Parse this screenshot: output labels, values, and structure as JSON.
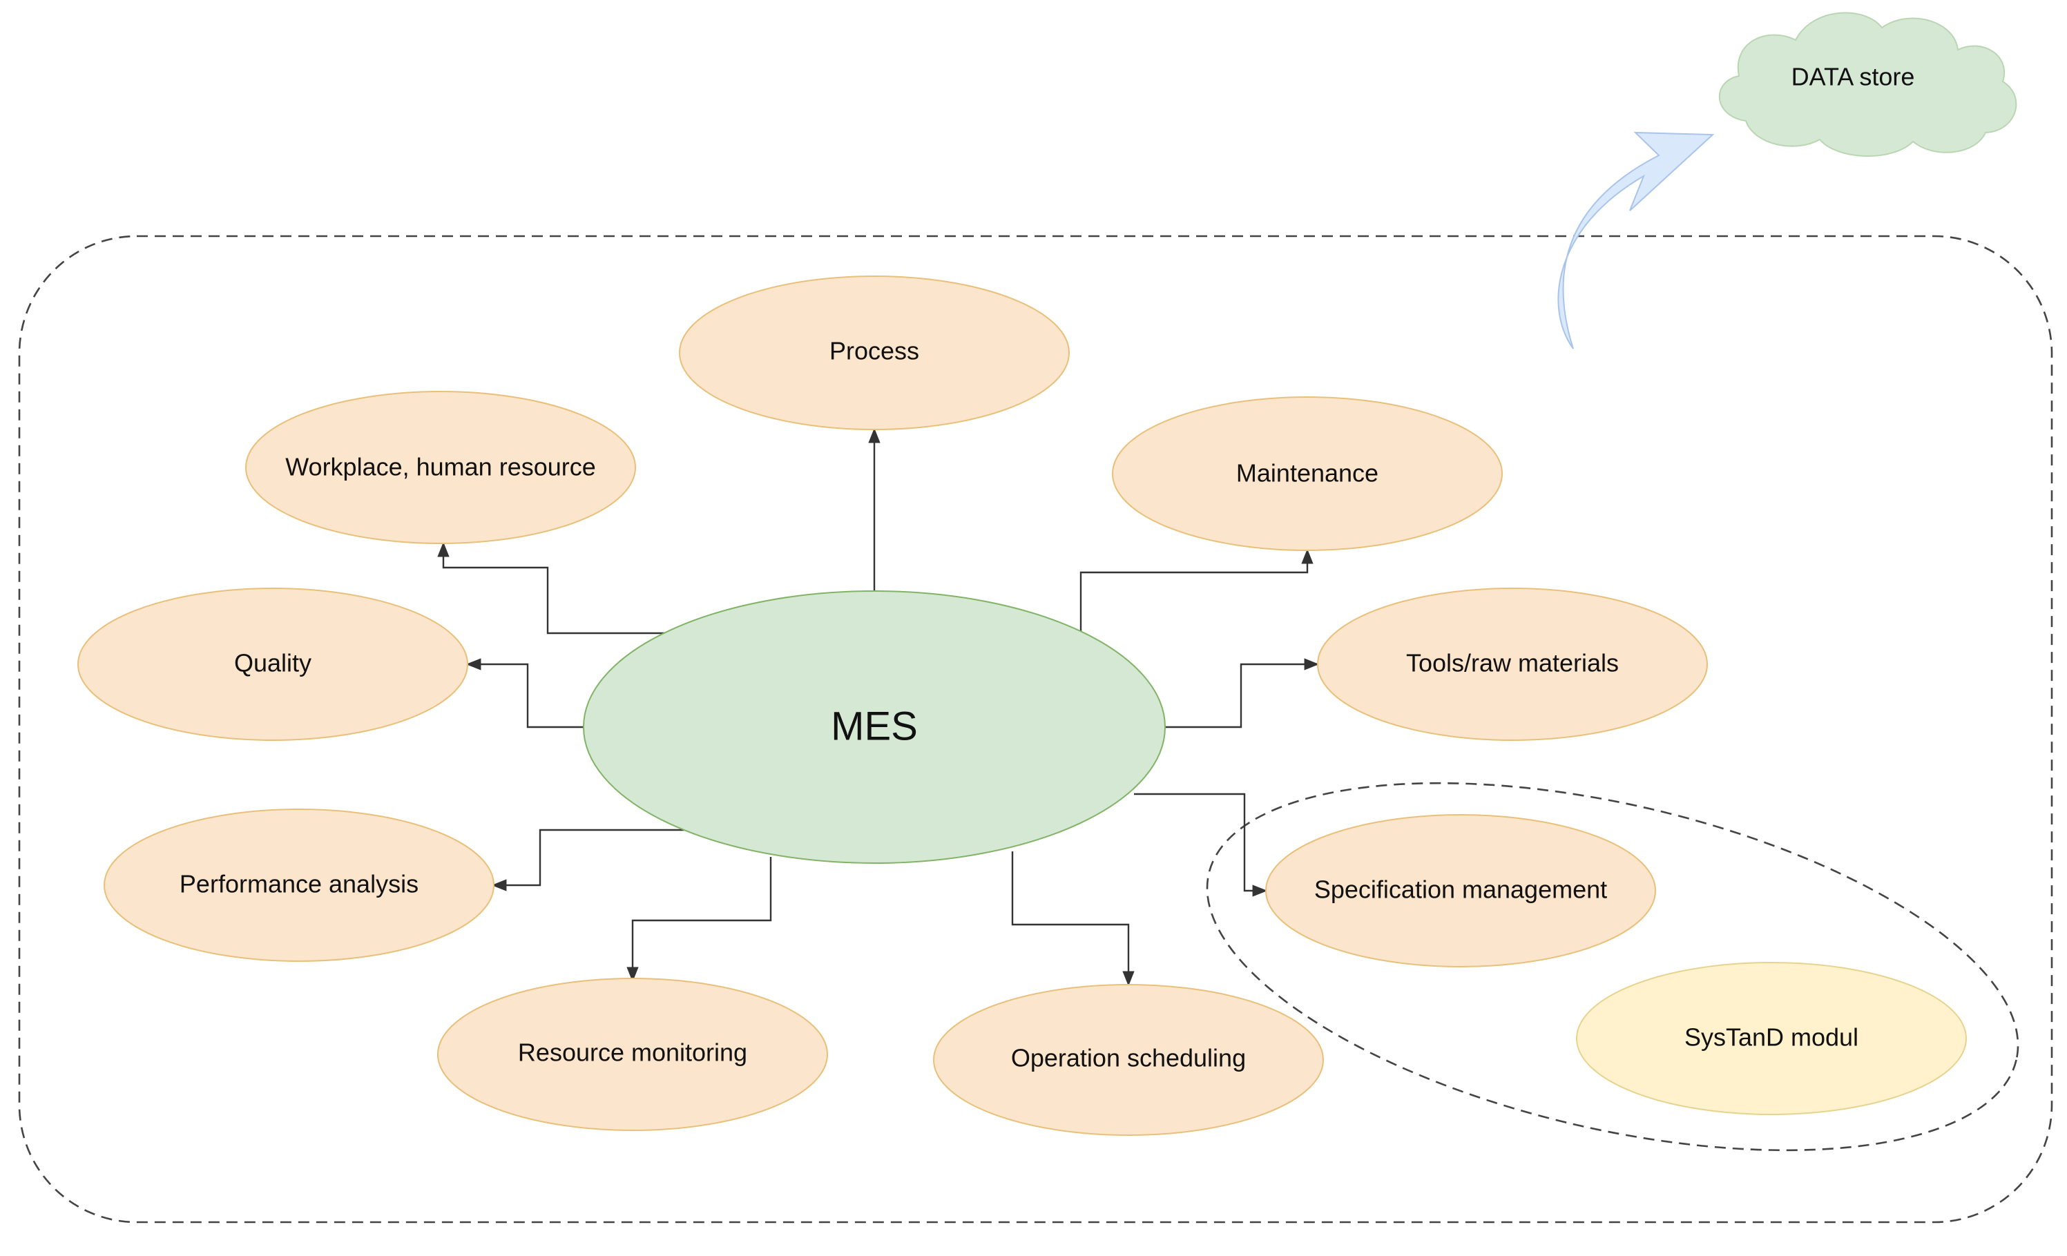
{
  "center": {
    "label": "MES",
    "color": "#d5e8d4",
    "stroke": "#82b366"
  },
  "modules": [
    {
      "id": "process",
      "label": "Process"
    },
    {
      "id": "workplace",
      "label": "Workplace, human resource"
    },
    {
      "id": "maintenance",
      "label": "Maintenance"
    },
    {
      "id": "quality",
      "label": "Quality"
    },
    {
      "id": "tools",
      "label": "Tools/raw materials"
    },
    {
      "id": "performance",
      "label": "Performance analysis"
    },
    {
      "id": "specification",
      "label": "Specification management"
    },
    {
      "id": "resource-monitoring",
      "label": "Resource monitoring"
    },
    {
      "id": "operation-scheduling",
      "label": "Operation scheduling"
    }
  ],
  "module_color": "#fce5cd",
  "module_stroke": "#e8c07a",
  "systand": {
    "label": "SysTanD modul",
    "color": "#fff2cc",
    "stroke": "#e6d38f"
  },
  "data_store": {
    "label": "DATA store",
    "color": "#d5e8d4",
    "stroke": "#b9d6b2"
  },
  "arrow": {
    "color": "#dae8fc",
    "stroke": "#a9c4eb"
  },
  "connections": [
    {
      "from": "MES",
      "to": "Process"
    },
    {
      "from": "MES",
      "to": "Workplace, human resource"
    },
    {
      "from": "MES",
      "to": "Maintenance"
    },
    {
      "from": "MES",
      "to": "Quality"
    },
    {
      "from": "MES",
      "to": "Tools/raw materials"
    },
    {
      "from": "MES",
      "to": "Performance analysis"
    },
    {
      "from": "MES",
      "to": "Specification management"
    },
    {
      "from": "MES",
      "to": "Resource monitoring"
    },
    {
      "from": "MES",
      "to": "Operation scheduling"
    }
  ]
}
